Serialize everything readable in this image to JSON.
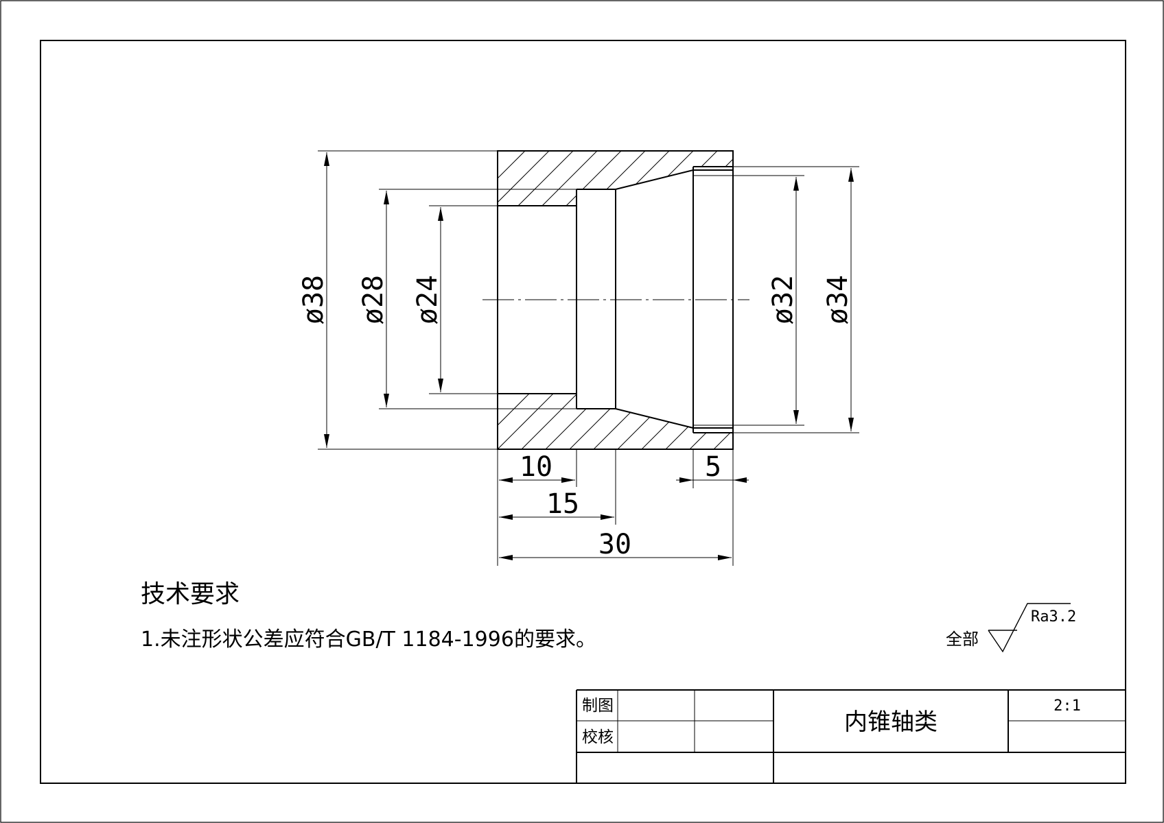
{
  "part": {
    "title": "内锥轴类",
    "scale": "2:1"
  },
  "title_block": {
    "drawn_label": "制图",
    "checked_label": "校核"
  },
  "dimensions": {
    "dia_outer": "ø38",
    "dia_28": "ø28",
    "dia_24": "ø24",
    "dia_32": "ø32",
    "dia_34": "ø34",
    "len_10": "10",
    "len_15": "15",
    "len_30": "30",
    "len_5": "5"
  },
  "technical_requirements": {
    "title": "技术要求",
    "items": [
      "1.未注形状公差应符合GB/T 1184-1996的要求。"
    ]
  },
  "surface_finish": {
    "scope_label": "全部",
    "value": "Ra3.2"
  }
}
